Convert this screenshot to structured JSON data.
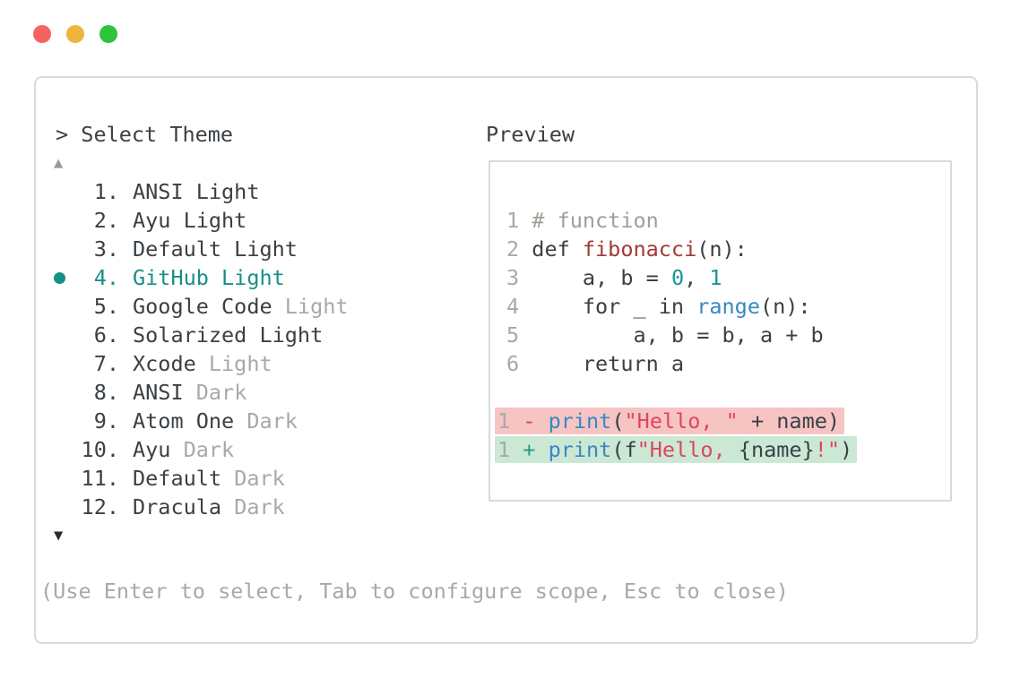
{
  "colors": {
    "dark": "#3a4045",
    "muted": "#a6a9ab",
    "teal": "#178e88",
    "code_number": "#1b9494",
    "blue": "#3788c3",
    "brick": "#a33a35",
    "crimson": "#e0455c",
    "minus_red": "#d4403f",
    "plus_green": "#279b82",
    "comment": "#9ba397",
    "removed_bg": "#f7c4c4",
    "added_bg": "#cbe8d5",
    "border": "#d8dadb",
    "scroll_up": "#97999c",
    "scroll_down": "#2b2e30",
    "traffic_red": "#f4645f",
    "traffic_yellow": "#f0b43c",
    "traffic_green": "#2ec440"
  },
  "window": {
    "traffic_lights": [
      {
        "name": "close",
        "color_key": "traffic_red"
      },
      {
        "name": "minimize",
        "color_key": "traffic_yellow"
      },
      {
        "name": "zoom",
        "color_key": "traffic_green"
      }
    ]
  },
  "selector": {
    "prompt": "> Select Theme",
    "scroll_up": "▲",
    "scroll_down": "▼",
    "help_text": "(Use Enter to select, Tab to configure scope, Esc to close)",
    "items": [
      {
        "number": "1.",
        "selected": false,
        "segments": [
          {
            "text": "ANSI Light",
            "style": "dark"
          }
        ]
      },
      {
        "number": "2.",
        "selected": false,
        "segments": [
          {
            "text": "Ayu Light",
            "style": "dark"
          }
        ]
      },
      {
        "number": "3.",
        "selected": false,
        "segments": [
          {
            "text": "Default Light",
            "style": "dark"
          }
        ]
      },
      {
        "number": "4.",
        "selected": true,
        "segments": [
          {
            "text": "GitHub Light",
            "style": "teal"
          }
        ]
      },
      {
        "number": "5.",
        "selected": false,
        "segments": [
          {
            "text": "Google Code ",
            "style": "dark"
          },
          {
            "text": "Light",
            "style": "muted"
          }
        ]
      },
      {
        "number": "6.",
        "selected": false,
        "segments": [
          {
            "text": "Solarized Light",
            "style": "dark"
          }
        ]
      },
      {
        "number": "7.",
        "selected": false,
        "segments": [
          {
            "text": "Xcode ",
            "style": "dark"
          },
          {
            "text": "Light",
            "style": "muted"
          }
        ]
      },
      {
        "number": "8.",
        "selected": false,
        "segments": [
          {
            "text": "ANSI ",
            "style": "dark"
          },
          {
            "text": "Dark",
            "style": "muted"
          }
        ]
      },
      {
        "number": "9.",
        "selected": false,
        "segments": [
          {
            "text": "Atom One ",
            "style": "dark"
          },
          {
            "text": "Dark",
            "style": "muted"
          }
        ]
      },
      {
        "number": "10.",
        "selected": false,
        "segments": [
          {
            "text": "Ayu ",
            "style": "dark"
          },
          {
            "text": "Dark",
            "style": "muted"
          }
        ]
      },
      {
        "number": "11.",
        "selected": false,
        "segments": [
          {
            "text": "Default ",
            "style": "dark"
          },
          {
            "text": "Dark",
            "style": "muted"
          }
        ]
      },
      {
        "number": "12.",
        "selected": false,
        "segments": [
          {
            "text": "Dracula ",
            "style": "dark"
          },
          {
            "text": "Dark",
            "style": "muted"
          }
        ]
      }
    ]
  },
  "preview": {
    "label": "Preview",
    "lines": [
      {
        "number": "1",
        "segments": [
          {
            "text": "# function",
            "style": "comment"
          }
        ]
      },
      {
        "number": "2",
        "segments": [
          {
            "text": "def ",
            "style": "dark"
          },
          {
            "text": "fibonacci",
            "style": "brick"
          },
          {
            "text": "(n):",
            "style": "dark"
          }
        ]
      },
      {
        "number": "3",
        "segments": [
          {
            "text": "    a, b = ",
            "style": "dark"
          },
          {
            "text": "0",
            "style": "code_number"
          },
          {
            "text": ", ",
            "style": "dark"
          },
          {
            "text": "1",
            "style": "code_number"
          }
        ]
      },
      {
        "number": "4",
        "segments": [
          {
            "text": "    for _ in ",
            "style": "dark"
          },
          {
            "text": "range",
            "style": "blue"
          },
          {
            "text": "(n):",
            "style": "dark"
          }
        ]
      },
      {
        "number": "5",
        "segments": [
          {
            "text": "        a, b = b, a + b",
            "style": "dark"
          }
        ]
      },
      {
        "number": "6",
        "segments": [
          {
            "text": "    return a",
            "style": "dark"
          }
        ]
      },
      {
        "number": "",
        "segments": []
      },
      {
        "number": "1",
        "diff": "removed",
        "segments": [
          {
            "text": "- ",
            "style": "minus_red"
          },
          {
            "text": "print",
            "style": "blue"
          },
          {
            "text": "(",
            "style": "dark"
          },
          {
            "text": "\"Hello, \"",
            "style": "crimson"
          },
          {
            "text": " + name)",
            "style": "dark"
          }
        ]
      },
      {
        "number": "1",
        "diff": "added",
        "segments": [
          {
            "text": "+ ",
            "style": "plus_green"
          },
          {
            "text": "print",
            "style": "blue"
          },
          {
            "text": "(f",
            "style": "dark"
          },
          {
            "text": "\"Hello, ",
            "style": "crimson"
          },
          {
            "text": "{name}",
            "style": "dark"
          },
          {
            "text": "!\"",
            "style": "crimson"
          },
          {
            "text": ")",
            "style": "dark"
          }
        ]
      }
    ]
  }
}
